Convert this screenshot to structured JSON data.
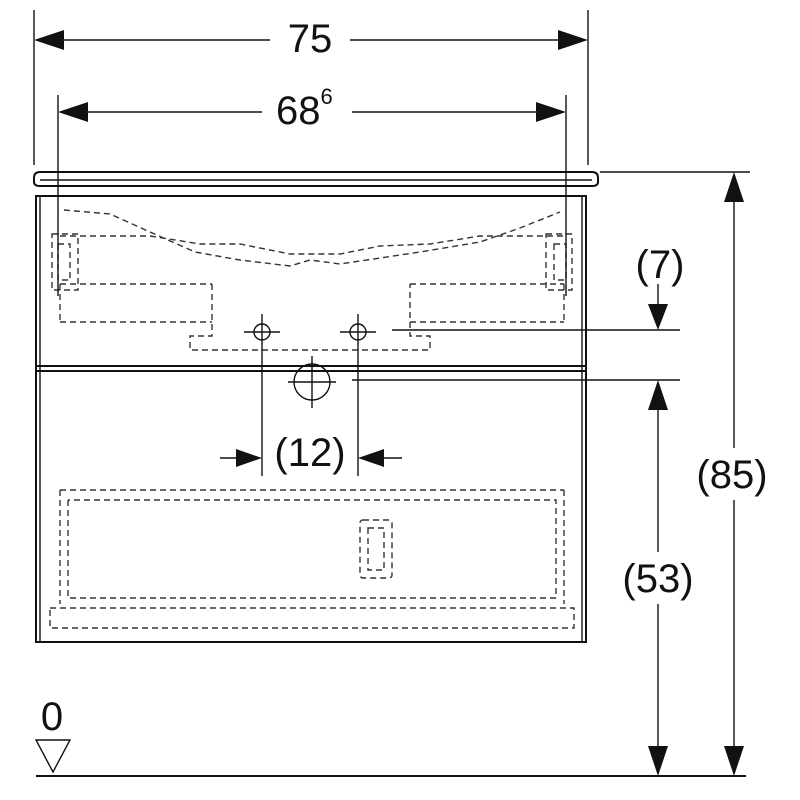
{
  "dimensions": {
    "overall_width": "75",
    "inner_width_main": "68",
    "inner_width_sup": "6",
    "upper_offset": "(7)",
    "total_height": "(85)",
    "drawer_height": "(53)",
    "drain_width": "(12)",
    "floor_level": "0"
  },
  "colors": {
    "line": "#111111",
    "background": "#ffffff"
  }
}
